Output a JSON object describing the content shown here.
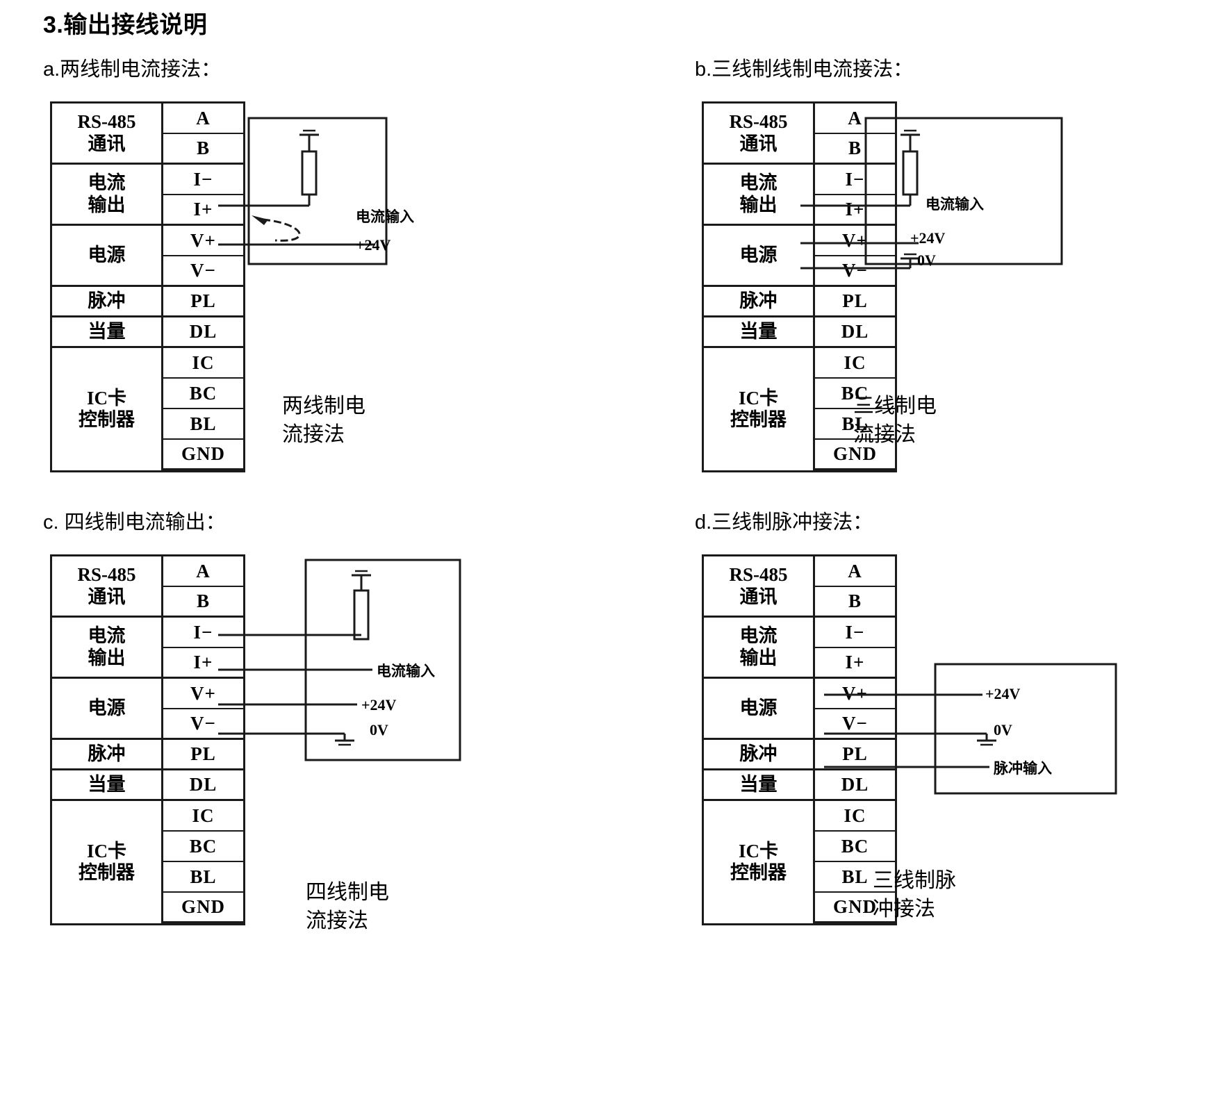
{
  "document": {
    "title": "3.输出接线说明"
  },
  "terminal_table": {
    "groups": [
      {
        "label": "RS-485\n通讯",
        "rows": 2
      },
      {
        "label": "电流\n输出",
        "rows": 2
      },
      {
        "label": "电源",
        "rows": 2
      },
      {
        "label": "脉冲",
        "rows": 1
      },
      {
        "label": "当量",
        "rows": 1
      },
      {
        "label": "IC卡\n控制器",
        "rows": 4
      }
    ],
    "terminals": [
      "A",
      "B",
      "I−",
      "I+",
      "V+",
      "V−",
      "PL",
      "DL",
      "IC",
      "BC",
      "BL",
      "GND"
    ]
  },
  "panels": [
    {
      "id": "a",
      "heading": "a.两线制电流接法：",
      "caption": "两线制电\n流接法",
      "labels": {
        "current_input": "电流输入",
        "supply_positive": "+24V"
      }
    },
    {
      "id": "b",
      "heading": "b.三线制线制电流接法：",
      "caption": "三线制电\n流接法",
      "labels": {
        "current_input": "电流输入",
        "supply_positive": "+24V",
        "supply_ground": "0V"
      }
    },
    {
      "id": "c",
      "heading": "c. 四线制电流输出：",
      "caption": "四线制电\n流接法",
      "labels": {
        "current_input": "电流输入",
        "supply_positive": "+24V",
        "supply_ground": "0V"
      }
    },
    {
      "id": "d",
      "heading": "d.三线制脉冲接法：",
      "caption": "三线制脉\n冲接法",
      "labels": {
        "supply_positive": "+24V",
        "supply_ground": "0V",
        "pulse_input": "脉冲输入"
      }
    }
  ],
  "colors": {
    "ink": "#1a1a1a",
    "background": "#ffffff"
  }
}
